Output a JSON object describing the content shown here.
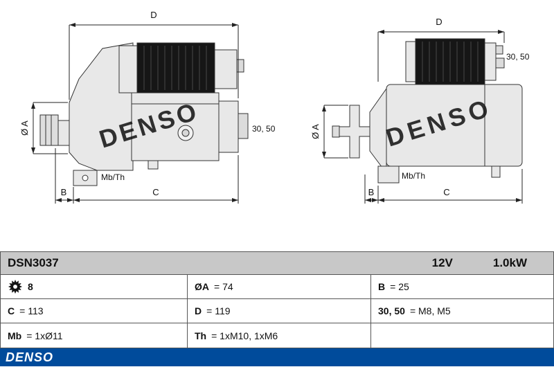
{
  "colors": {
    "denso_blue": "#004b9b",
    "header_gray": "#c8c8c8",
    "part_fill": "#e8e8e8",
    "solenoid_black": "#161616",
    "watermark_gray": "#9e9e9e"
  },
  "icons": {
    "teeth": "gear-icon"
  },
  "diagram": {
    "watermark": "DENSO",
    "labels": {
      "d": "D",
      "a": "Ø A",
      "b": "B",
      "c": "C",
      "terminal": "30, 50",
      "mbth": "Mb/Th"
    }
  },
  "table": {
    "part_number": "DSN3037",
    "voltage": "12V",
    "power": "1.0kW",
    "rows": [
      [
        {
          "label": "8",
          "value": ""
        },
        {
          "label": "ØA",
          "value": "= 74"
        },
        {
          "label": "B",
          "value": "= 25"
        }
      ],
      [
        {
          "label": "C",
          "value": "= 113"
        },
        {
          "label": "D",
          "value": "= 119"
        },
        {
          "label": "30, 50",
          "value": "= M8, M5"
        }
      ],
      [
        {
          "label": "Mb",
          "value": "= 1xØ11"
        },
        {
          "label": "Th",
          "value": "= 1xM10, 1xM6"
        },
        {
          "label": "",
          "value": ""
        }
      ]
    ]
  },
  "footer": {
    "brand": "DENSO"
  }
}
